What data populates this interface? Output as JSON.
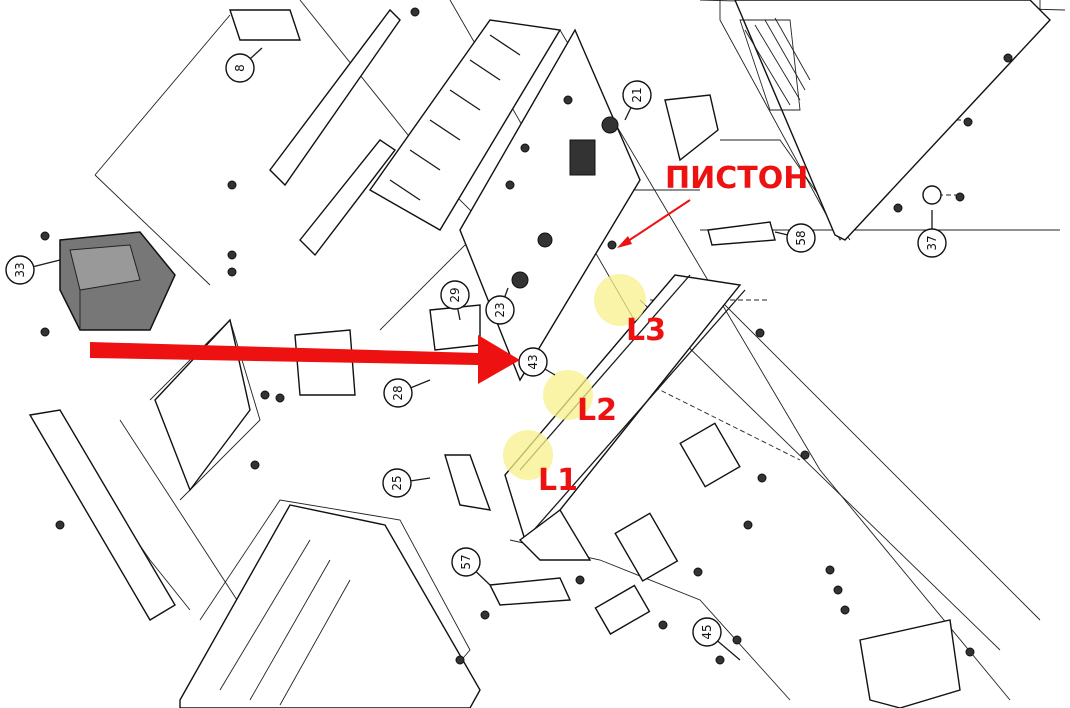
{
  "callouts": [
    "8",
    "21",
    "33",
    "37",
    "58",
    "29",
    "23",
    "28",
    "43",
    "25",
    "57",
    "45"
  ],
  "annotations": {
    "piston_label": "ПИСТОН",
    "l1": "L1",
    "l2": "L2",
    "l3": "L3"
  },
  "colors": {
    "annotation": "#ee1111",
    "highlight": "#f7f08a",
    "line": "#1a1a1a"
  }
}
